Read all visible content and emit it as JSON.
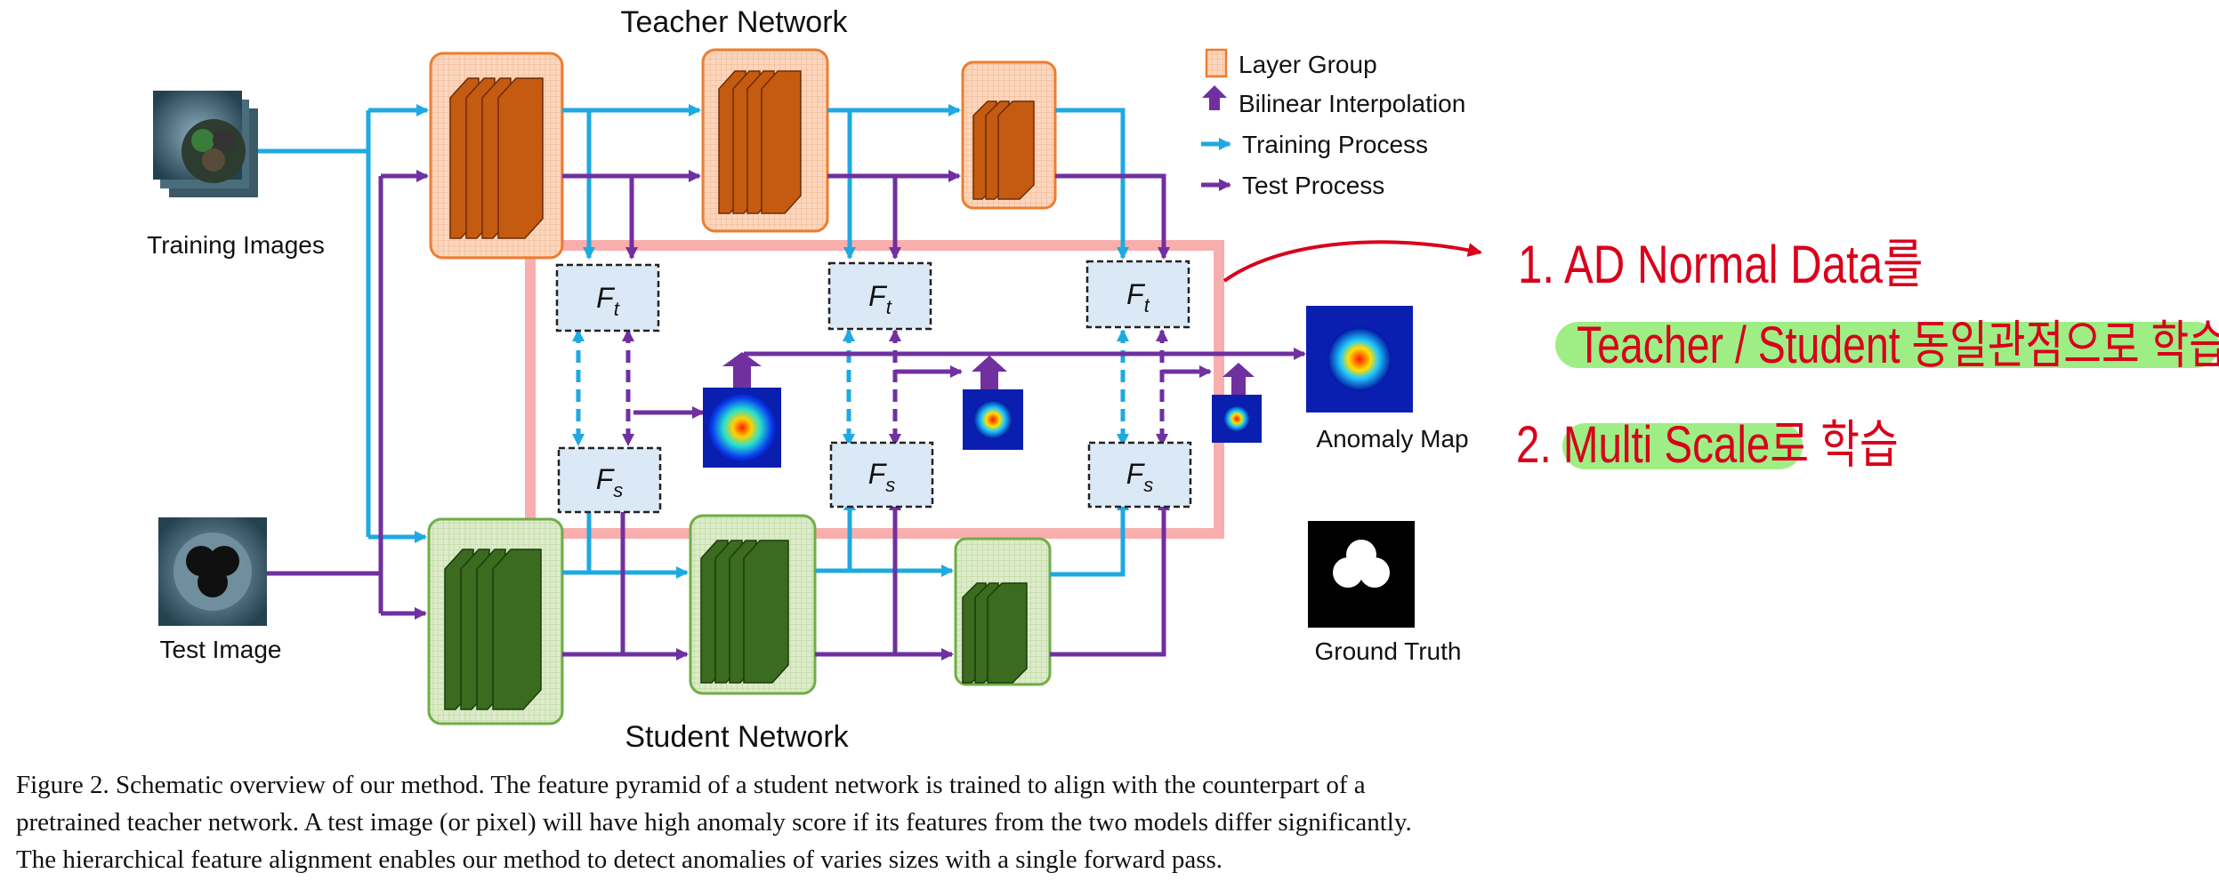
{
  "diagram": {
    "teacher_title": "Teacher Network",
    "student_title": "Student Network",
    "training_images_label": "Training Images",
    "test_image_label": "Test Image",
    "anomaly_map_label": "Anomaly Map",
    "ground_truth_label": "Ground Truth",
    "ft_label": "F",
    "ft_sub": "t",
    "fs_label": "F",
    "fs_sub": "s"
  },
  "legend": {
    "items": [
      {
        "label": "Layer Group",
        "icon": "layer-group-swatch",
        "color": "#f6c9a8"
      },
      {
        "label": "Bilinear Interpolation",
        "icon": "up-arrow-icon",
        "color": "#7030a0"
      },
      {
        "label": "Training Process",
        "icon": "right-arrow-icon",
        "color": "#1fa9e1"
      },
      {
        "label": "Test Process",
        "icon": "right-arrow-icon",
        "color": "#7030a0"
      }
    ]
  },
  "annotations": {
    "note1_line1": "1. AD Normal Data를",
    "note1_line2": "Teacher / Student 동일관점으로 학습",
    "note2": "2. Multi Scale로 학습"
  },
  "caption": {
    "line1": "Figure 2. Schematic overview of our method.  The feature pyramid of a student network is trained to align with the counterpart of a",
    "line2": "pretrained teacher network.  A test image (or pixel) will have high anomaly score if its features from the two models differ significantly.",
    "line3": "The hierarchical feature alignment enables our method to detect anomalies of varies sizes with a single forward pass."
  },
  "colors": {
    "training_arrow": "#1fa9e1",
    "test_arrow": "#7030a0",
    "teacher_block": "#c55a11",
    "student_block": "#3b6b1e",
    "highlight_box": "#f8a5a5",
    "annotation_red": "#d8001b",
    "highlighter_green": "#7ee85c"
  }
}
